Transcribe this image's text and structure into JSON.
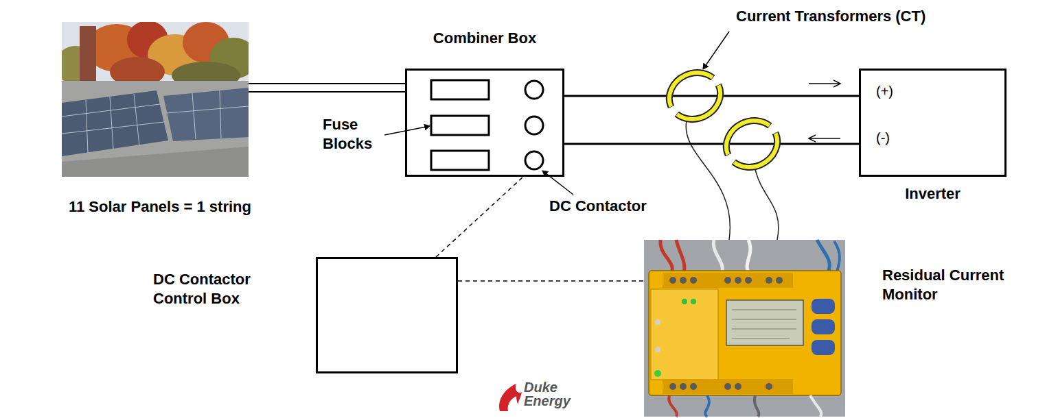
{
  "diagram": {
    "nodes": [
      {
        "text": [
          "11 Solar Panels = 1 string"
        ]
      },
      {
        "text": [
          "Combiner Box"
        ]
      },
      {
        "text": [
          "(+)",
          "(-)",
          "Inverter"
        ]
      },
      {
        "text": [
          "DC Contactor Control Box"
        ]
      },
      {
        "text": [
          "Residual Current Monitor"
        ]
      }
    ],
    "edges": [
      {
        "from": 0,
        "to": 1,
        "arrow": "none"
      },
      {
        "from": 0,
        "to": 1,
        "arrow": "none"
      },
      {
        "from": 1,
        "to": 2,
        "arrow": "none"
      },
      {
        "from": 1,
        "to": 2,
        "arrow": "none"
      },
      {
        "from": 3,
        "to": 1,
        "arrow": "none"
      },
      {
        "from": 3,
        "to": 4,
        "arrow": "none"
      }
    ],
    "labels": [
      "Fuse Blocks",
      "DC Contactor",
      "Current Transformers (CT)",
      "Duke Energy"
    ]
  }
}
